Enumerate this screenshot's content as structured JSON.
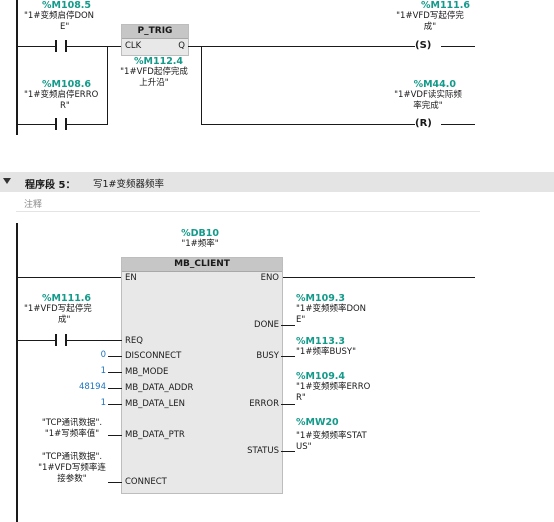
{
  "network4": {
    "contact1": {
      "address": "%M108.5",
      "symbol_l1": "\"1#变频启停DON",
      "symbol_l2": "E\""
    },
    "contact2": {
      "address": "%M108.6",
      "symbol_l1": "\"1#变频启停ERRO",
      "symbol_l2": "R\""
    },
    "ptrig": {
      "title": "P_TRIG",
      "clk": "CLK",
      "q": "Q",
      "address": "%M112.4",
      "symbol_l1": "\"1#VFD起停完成",
      "symbol_l2": "上升沿\""
    },
    "coil_set": {
      "address": "%M111.6",
      "symbol_l1": "\"1#VFD写起停完",
      "symbol_l2": "成\"",
      "glyph": "S"
    },
    "coil_reset": {
      "address": "%M44.0",
      "symbol_l1": "\"1#VDF读实际频",
      "symbol_l2": "率完成\"",
      "glyph": "R"
    }
  },
  "network5": {
    "header": {
      "title": "程序段 5：",
      "name": "写1#变频器频率"
    },
    "comment": "注释",
    "instance": {
      "address": "%DB10",
      "symbol": "\"1#频率\""
    },
    "block": {
      "title": "MB_CLIENT",
      "en": "EN",
      "eno": "ENO",
      "req": "REQ",
      "disconnect": "DISCONNECT",
      "mb_mode": "MB_MODE",
      "mb_data_addr": "MB_DATA_ADDR",
      "mb_data_len": "MB_DATA_LEN",
      "mb_data_ptr": "MB_DATA_PTR",
      "connect": "CONNECT",
      "done": "DONE",
      "busy": "BUSY",
      "error": "ERROR",
      "status": "STATUS"
    },
    "req_contact": {
      "address": "%M111.6",
      "symbol_l1": "\"1#VFD写起停完",
      "symbol_l2": "成\""
    },
    "inputs": {
      "disconnect": "0",
      "mb_mode": "1",
      "mb_data_addr": "48194",
      "mb_data_len": "1",
      "ptr_l1": "\"TCP通讯数据\".",
      "ptr_l2": "\"1#写频率值\"",
      "conn_l1": "\"TCP通讯数据\".",
      "conn_l2": "\"1#VFD写频率连",
      "conn_l3": "接参数\""
    },
    "outputs": {
      "done": {
        "address": "%M109.3",
        "symbol_l1": "\"1#变频频率DON",
        "symbol_l2": "E\""
      },
      "busy": {
        "address": "%M113.3",
        "symbol_l1": "\"1#频率BUSY\""
      },
      "error": {
        "address": "%M109.4",
        "symbol_l1": "\"1#变频频率ERRO",
        "symbol_l2": "R\""
      },
      "status": {
        "address": "%MW20",
        "symbol_l1": "\"1#变频频率STAT",
        "symbol_l2": "US\""
      }
    }
  }
}
